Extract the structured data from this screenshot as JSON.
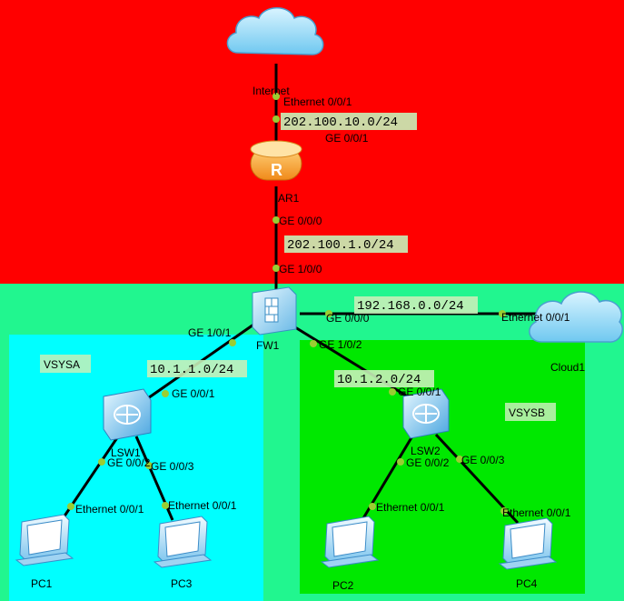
{
  "zones": {
    "vsysa": "VSYSA",
    "vsysb": "VSYSB"
  },
  "devices": {
    "internet": "Internet",
    "ar1": "AR1",
    "fw1": "FW1",
    "cloud1": "Cloud1",
    "lsw1": "LSW1",
    "lsw2": "LSW2",
    "pc1": "PC1",
    "pc2": "PC2",
    "pc3": "PC3",
    "pc4": "PC4"
  },
  "networks": {
    "internet_ar1": "202.100.10.0/24",
    "ar1_fw1": "202.100.1.0/24",
    "fw1_cloud1": "192.168.0.0/24",
    "fw1_lsw1": "10.1.1.0/24",
    "fw1_lsw2": "10.1.2.0/24"
  },
  "ports": {
    "internet_eth": "Ethernet 0/0/1",
    "ar1_ge001": "GE 0/0/1",
    "ar1_ge000": "GE 0/0/0",
    "fw1_ge100": "GE 1/0/0",
    "fw1_ge000": "GE 0/0/0",
    "cloud1_eth": "Ethernet 0/0/1",
    "fw1_ge101": "GE 1/0/1",
    "fw1_ge102": "GE 1/0/2",
    "lsw1_ge001": "GE 0/0/1",
    "lsw1_ge002": "GE 0/0/2",
    "lsw1_ge003": "GE 0/0/3",
    "lsw2_ge001": "GE 0/0/1",
    "lsw2_ge002": "GE 0/0/2",
    "lsw2_ge003": "GE 0/0/3",
    "pc1_eth": "Ethernet 0/0/1",
    "pc3_eth": "Ethernet 0/0/1",
    "pc2_eth": "Ethernet 0/0/1",
    "pc4_eth": "Ethernet 0/0/1"
  },
  "colors": {
    "internet_zone": "#ff0000",
    "dmz_zone": "#21f68f",
    "vsysa_zone": "#00ffff",
    "vsysb_zone": "#00e800",
    "link": "#000000",
    "port_dot": "#9acd32",
    "label_bg": "#c6f0b8"
  },
  "icons": [
    "cloud-icon",
    "router-icon",
    "firewall-icon",
    "switch-icon",
    "pc-icon"
  ]
}
